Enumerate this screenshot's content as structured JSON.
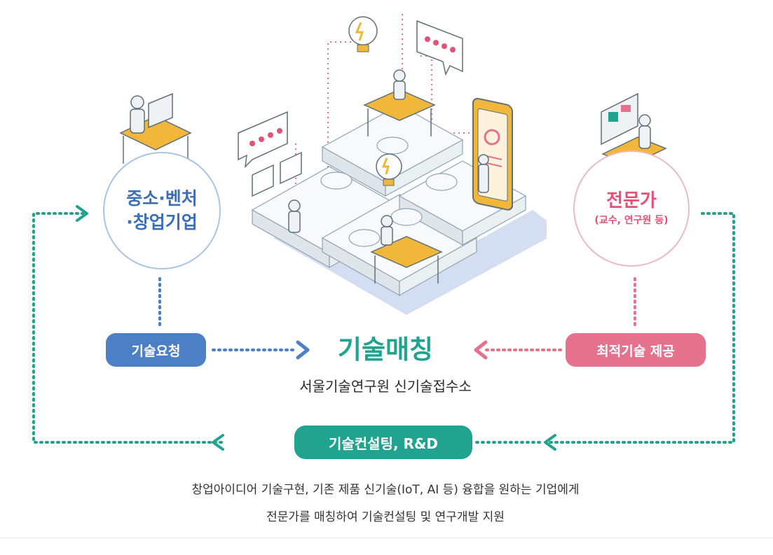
{
  "sme": {
    "line1": "중소·벤처",
    "line2": "·창업기업"
  },
  "expert": {
    "main": "전문가",
    "sub": "(교수, 연구원 등)"
  },
  "request_label": "기술요청",
  "provide_label": "최적기술 제공",
  "matching_title": "기술매칭",
  "matching_subtitle": "서울기술연구원 신기술접수소",
  "consulting_label": "기술컨설팅, R&D",
  "description": {
    "line1": "창업아이디어 기술구현, 기존 제품 신기술(IoT, AI 등) 융합을 원하는 기업에게",
    "line2": "전문가를 매칭하여 기술컨설팅 및 연구개발 지원"
  },
  "colors": {
    "blue": "#4d7fc6",
    "pink": "#e6718c",
    "teal": "#22a390",
    "yellow": "#f0b73a"
  }
}
